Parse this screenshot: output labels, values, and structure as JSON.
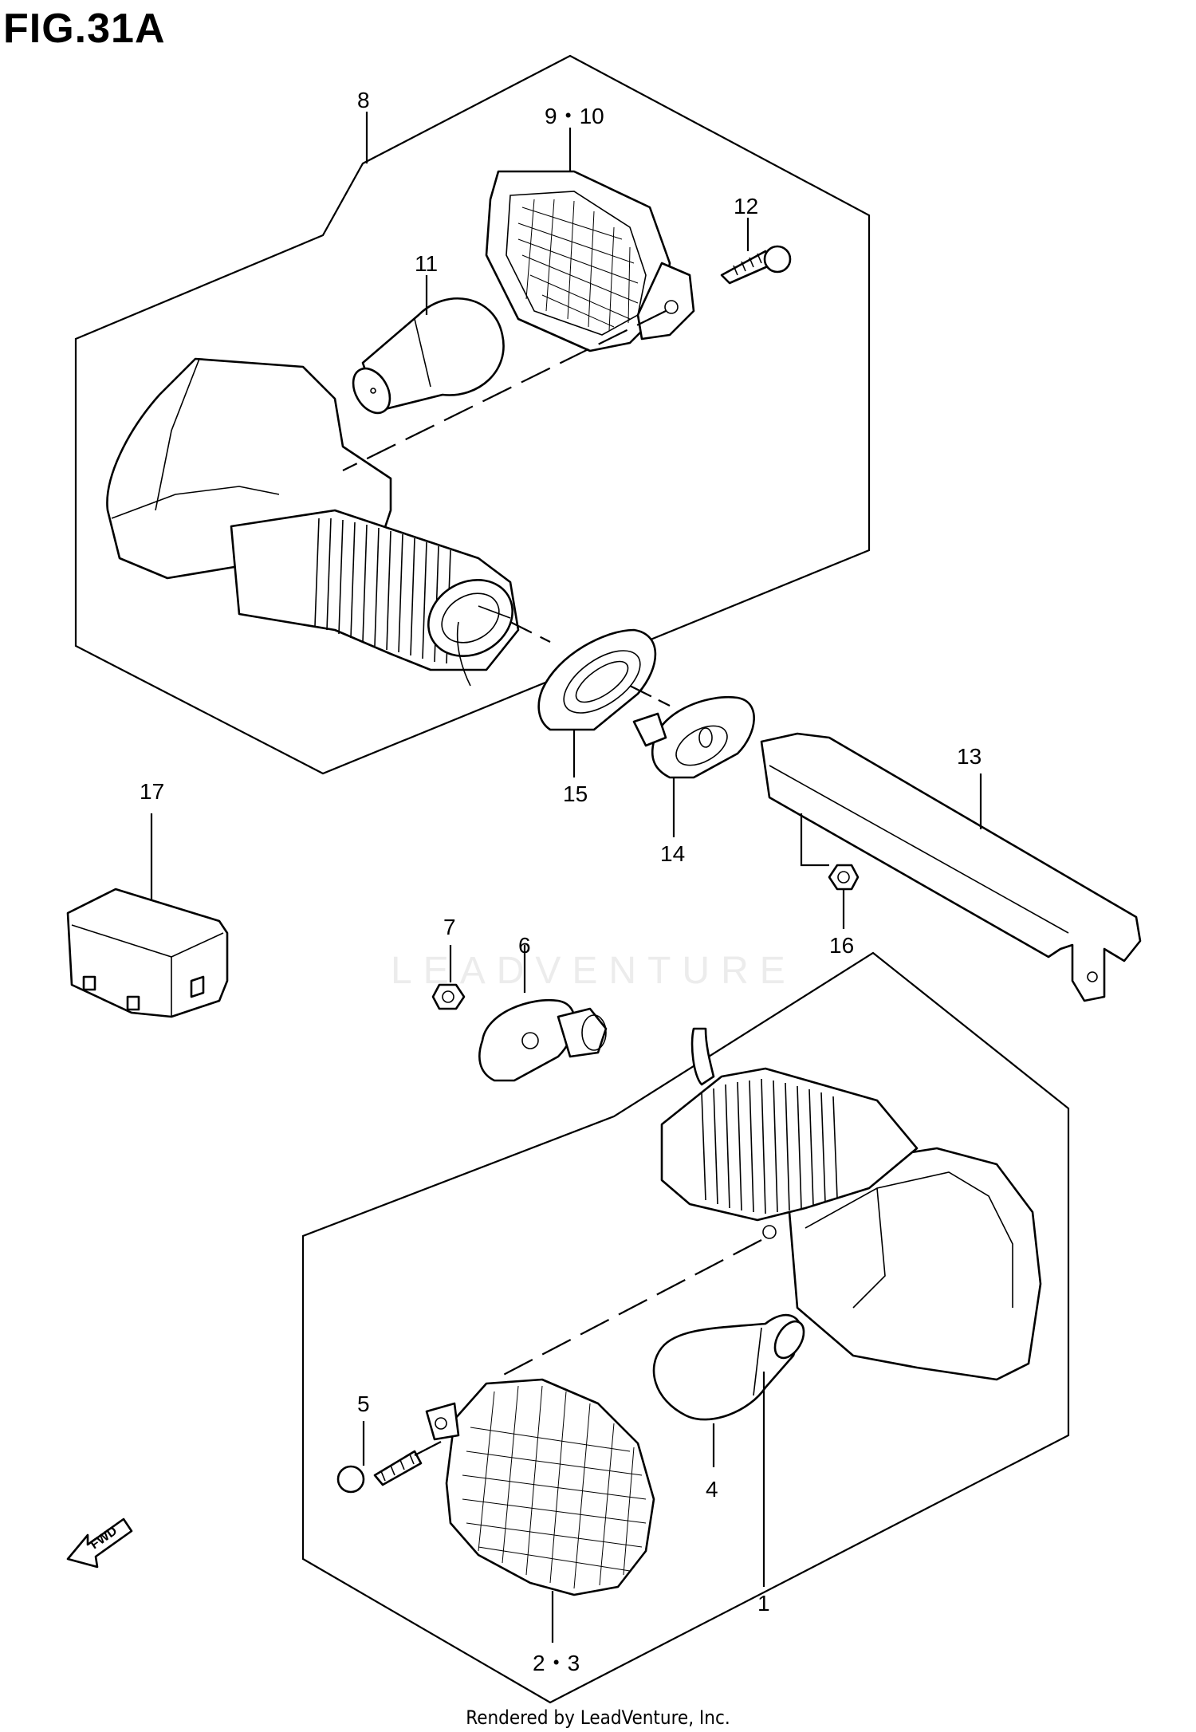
{
  "figure": {
    "title": "FIG.31A"
  },
  "watermark": {
    "text": "LEADVENTURE"
  },
  "footer": {
    "text": "Rendered by LeadVenture, Inc."
  },
  "direction_marker": {
    "label": "FWD"
  },
  "callouts": {
    "p1": "1",
    "p2_3": "2・3",
    "p4": "4",
    "p5": "5",
    "p6": "6",
    "p7": "7",
    "p8": "8",
    "p9_10": "9・10",
    "p11": "11",
    "p12": "12",
    "p13": "13",
    "p14": "14",
    "p15": "15",
    "p16": "16",
    "p17": "17"
  }
}
